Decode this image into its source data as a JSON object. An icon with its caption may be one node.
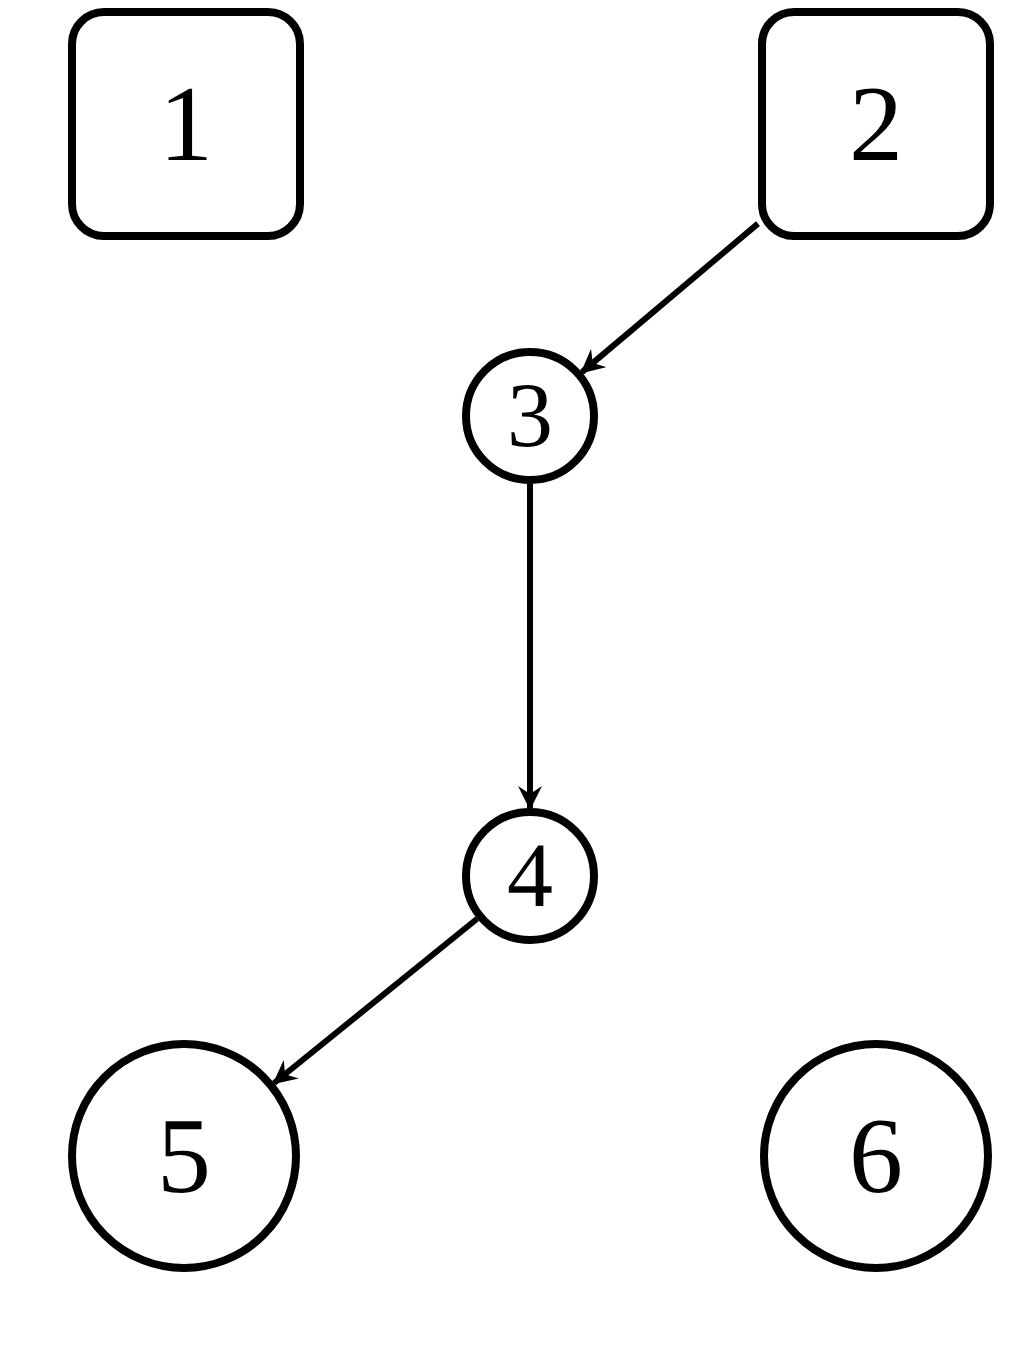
{
  "diagram": {
    "nodes": [
      {
        "text": [
          "1"
        ]
      },
      {
        "text": [
          "2"
        ]
      },
      {
        "text": [
          "3"
        ]
      },
      {
        "text": [
          "4"
        ]
      },
      {
        "text": [
          "5"
        ]
      },
      {
        "text": [
          "6"
        ]
      }
    ],
    "edges": [
      {
        "from": 1,
        "to": 2,
        "arrow": "to"
      },
      {
        "from": 2,
        "to": 3,
        "arrow": "to"
      },
      {
        "from": 3,
        "to": 4,
        "arrow": "to"
      }
    ]
  }
}
